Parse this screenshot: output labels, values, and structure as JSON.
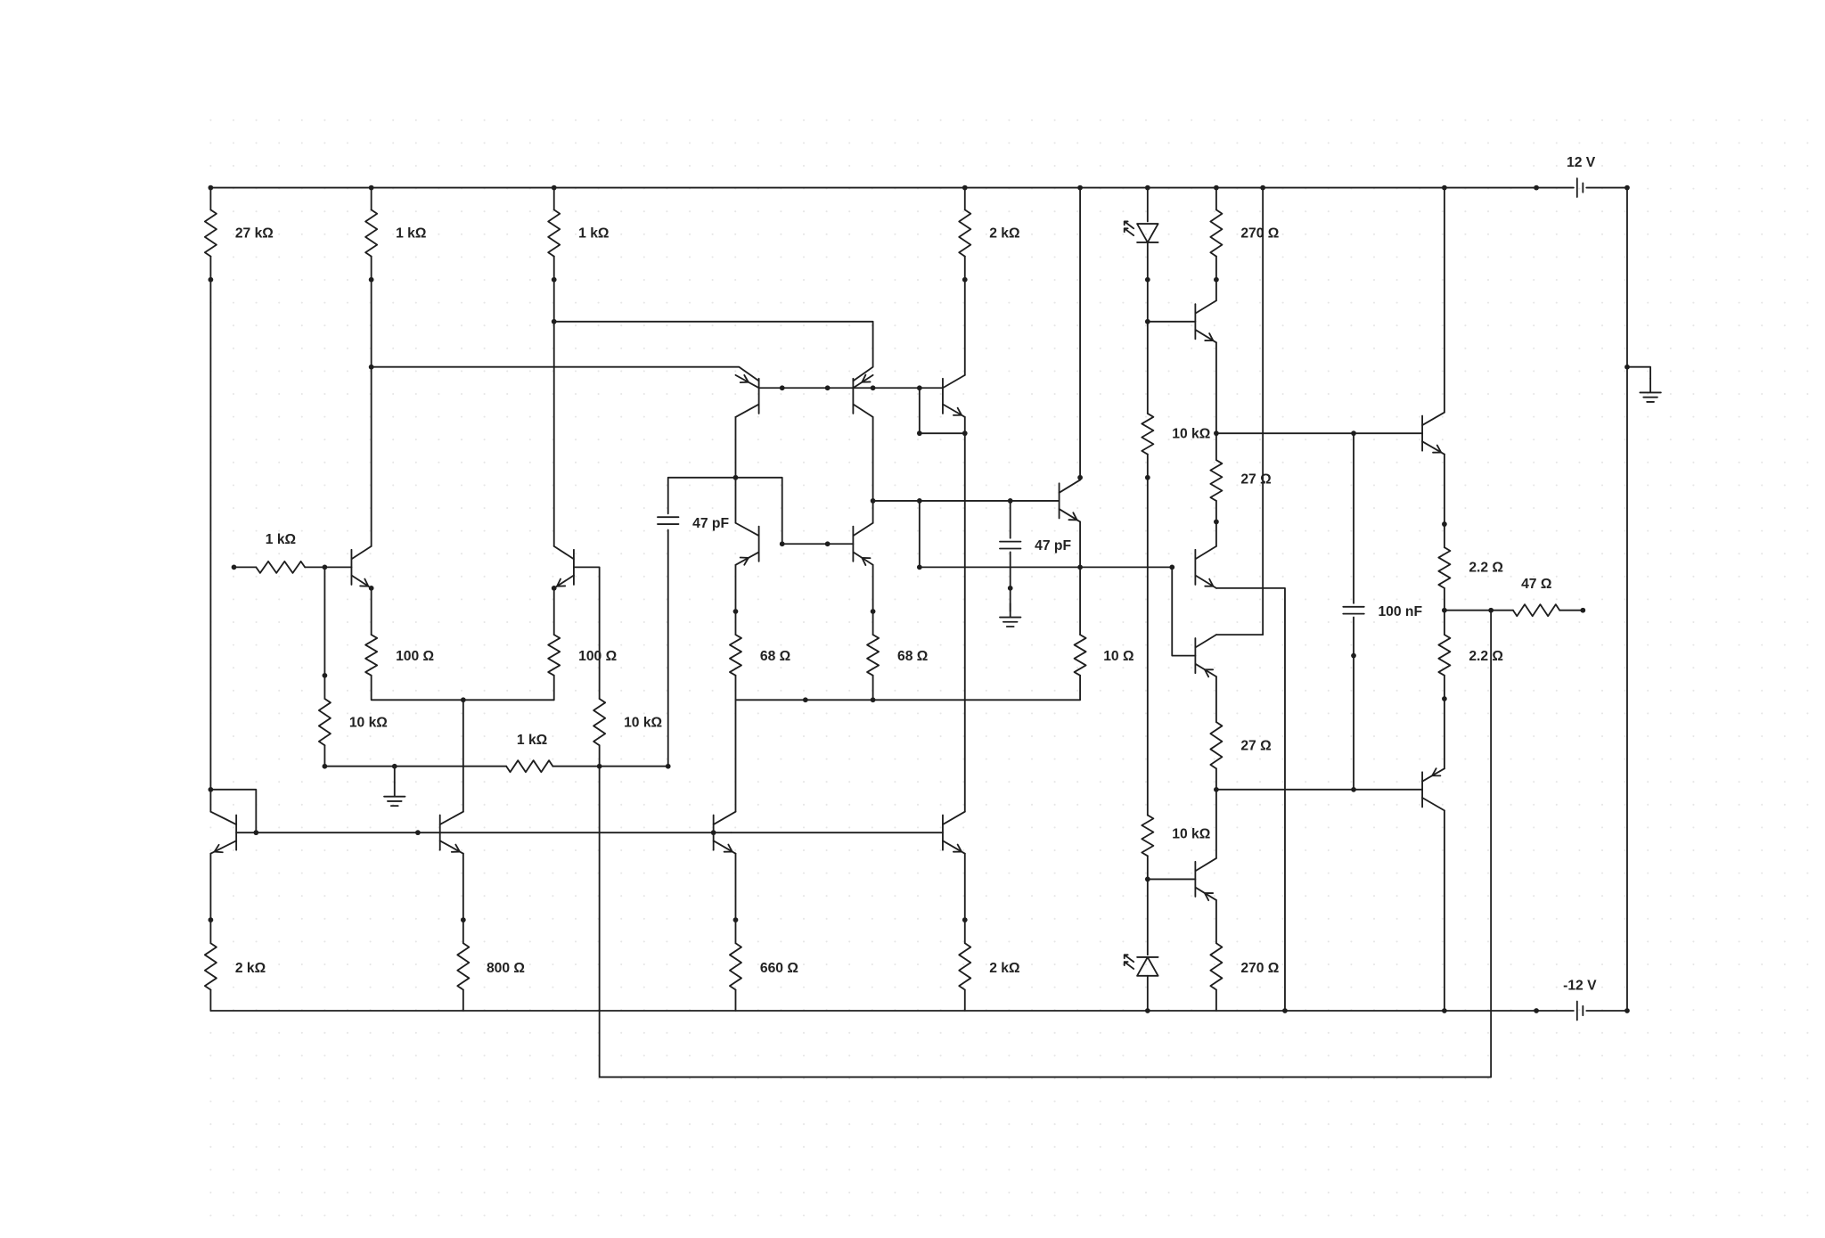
{
  "title": "Amplifier schematic",
  "supplies": {
    "positive": "12 V",
    "negative": "-12 V"
  },
  "labels": {
    "r_27k": "27 kΩ",
    "r_1k_a": "1 kΩ",
    "r_1k_b": "1 kΩ",
    "r_2k_top": "2 kΩ",
    "r_270_top": "270 Ω",
    "r_1k_in": "1 kΩ",
    "c_47p_a": "47 pF",
    "c_47p_b": "47 pF",
    "r_10k_mid": "10 kΩ",
    "r_27_a": "27 Ω",
    "r_22_a": "2.2 Ω",
    "r_47": "47 Ω",
    "c_100n": "100 nF",
    "r_100_a": "100 Ω",
    "r_100_b": "100 Ω",
    "r_68_a": "68 Ω",
    "r_68_b": "68 Ω",
    "r_10": "10 Ω",
    "r_22_b": "2.2 Ω",
    "r_10k_a": "10 kΩ",
    "r_1k_fb": "1 kΩ",
    "r_10k_fb": "10 kΩ",
    "r_27_b": "27 Ω",
    "r_10k_low": "10 kΩ",
    "r_2k_a": "2 kΩ",
    "r_800": "800 Ω",
    "r_660": "660 Ω",
    "r_2k_b": "2 kΩ",
    "r_270_bot": "270 Ω"
  }
}
